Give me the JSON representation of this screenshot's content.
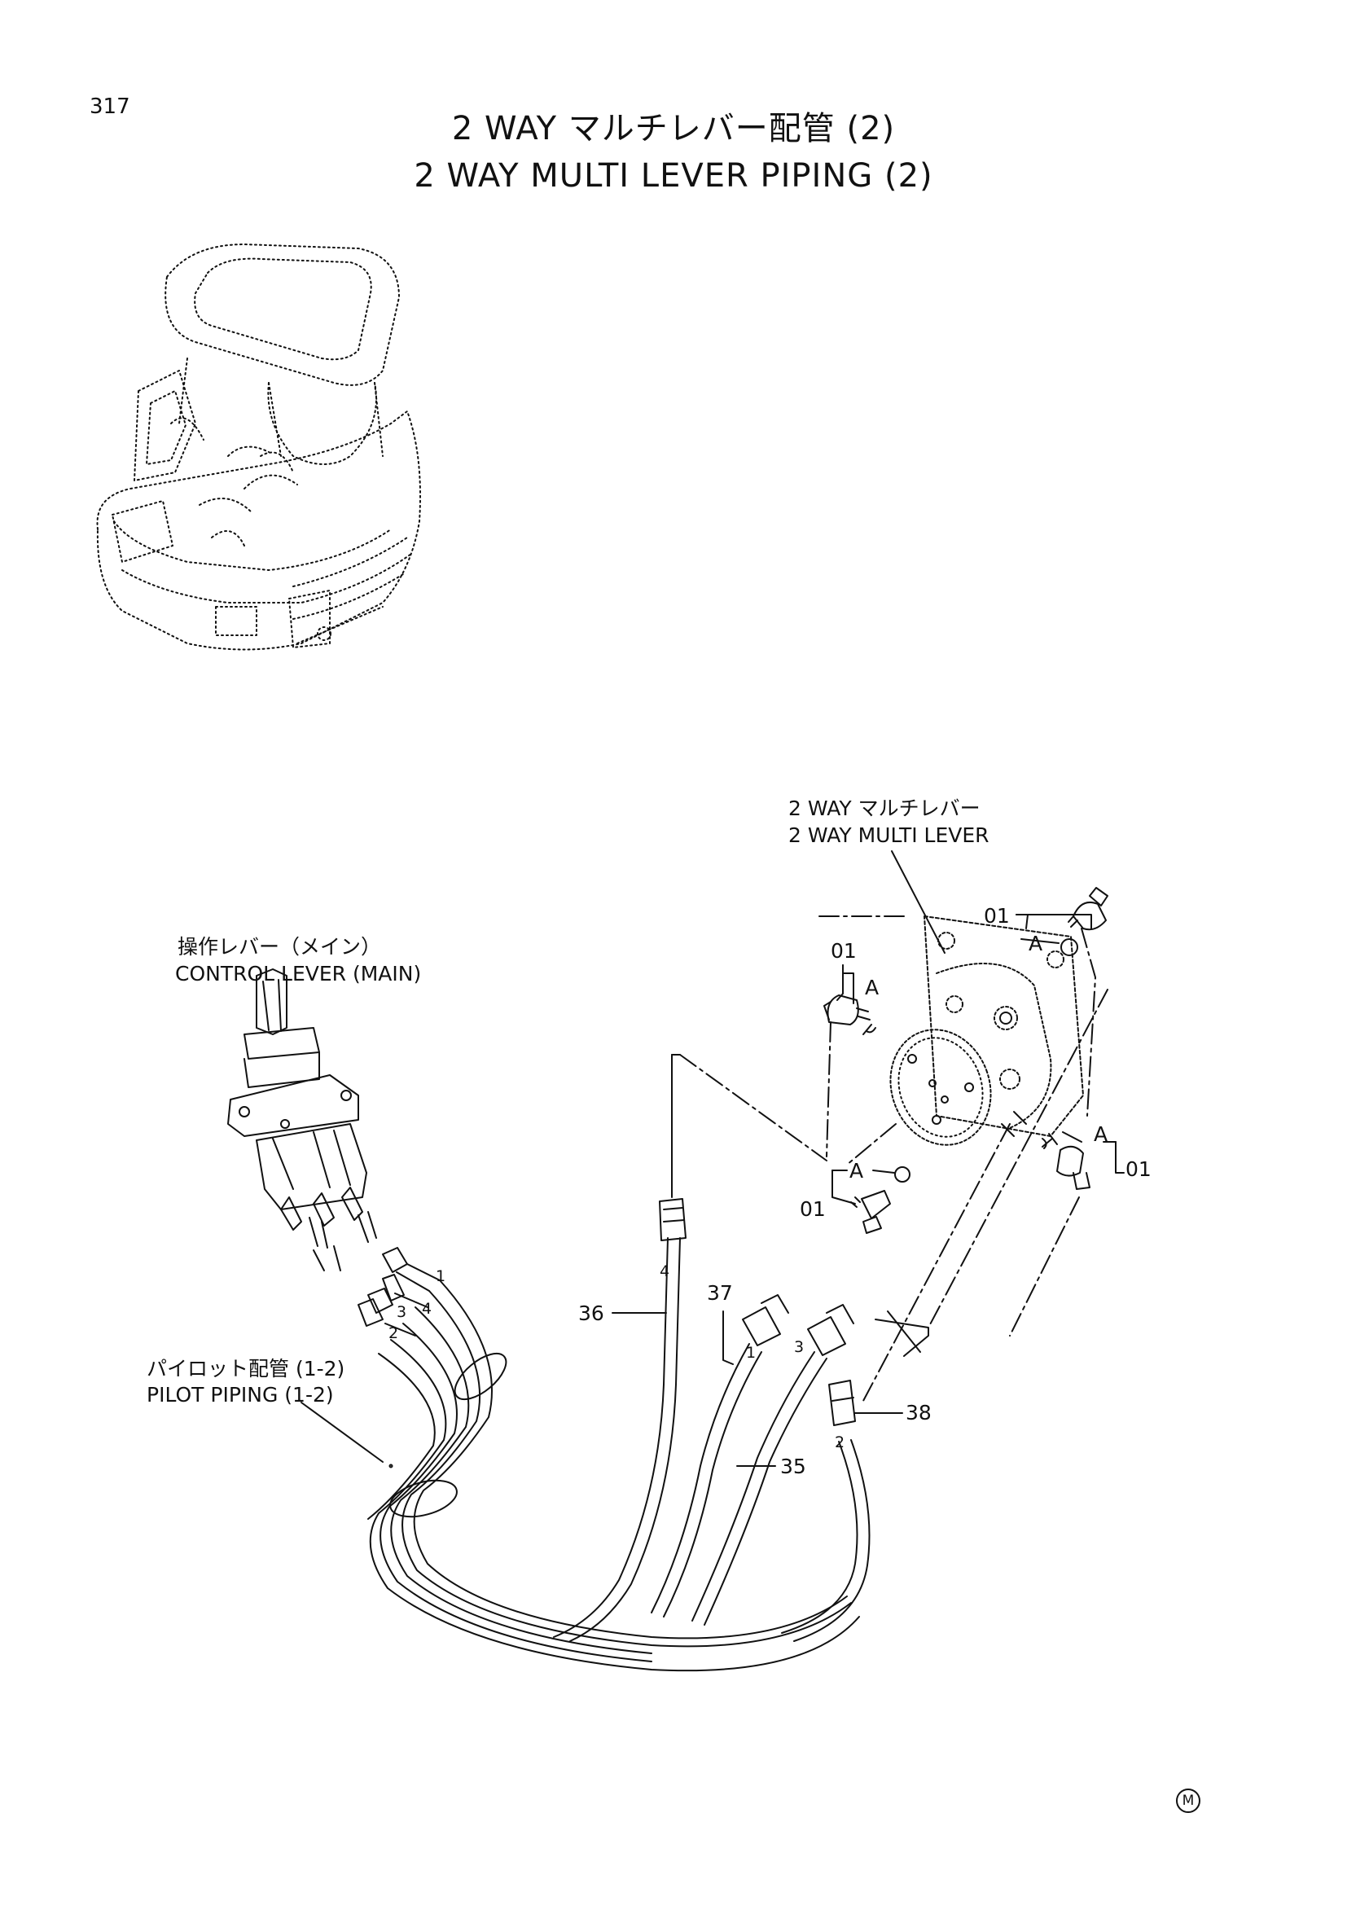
{
  "page": {
    "number": "317"
  },
  "title": {
    "japanese": "2 WAY マルチレバー配管 (2)",
    "english": "2 WAY MULTI LEVER PIPING (2)"
  },
  "components": {
    "multi_lever": {
      "label_jp": "2 WAY マルチレバー",
      "label_en": "2 WAY MULTI LEVER"
    },
    "control_lever": {
      "label_jp": "操作レバー（メイン）",
      "label_en": "CONTROL LEVER (MAIN)"
    },
    "pilot_piping": {
      "label_jp": "パイロット配管 (1-2)",
      "label_en": "PILOT PIPING (1-2)"
    }
  },
  "callouts": {
    "fitting_01": "01",
    "detail_a": "A",
    "part_35": "35",
    "part_36": "36",
    "part_37": "37",
    "part_38": "38"
  },
  "port_numbers": [
    "1",
    "2",
    "3",
    "4"
  ],
  "mark": "M"
}
